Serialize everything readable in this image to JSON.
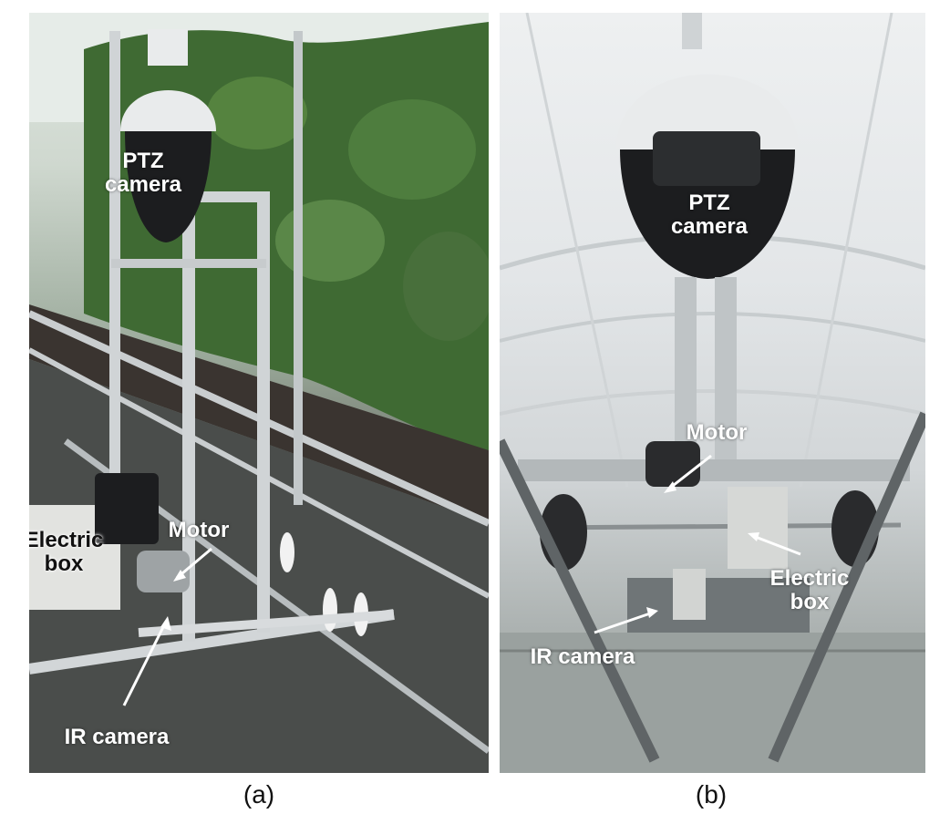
{
  "panels": [
    {
      "caption": "(a)",
      "labels": {
        "ptz_camera": "PTZ\ncamera",
        "electric_box": "Electric\nbox",
        "motor": "Motor",
        "ir_camera": "IR camera"
      }
    },
    {
      "caption": "(b)",
      "labels": {
        "ptz_camera": "PTZ\ncamera",
        "motor": "Motor",
        "electric_box": "Electric\nbox",
        "ir_camera": "IR camera"
      }
    }
  ],
  "colors": {
    "frame": "#c9cdcf",
    "plants": "#3f6a33",
    "camera_housing": "#e9ebec",
    "camera_dark": "#1c1d1f"
  }
}
